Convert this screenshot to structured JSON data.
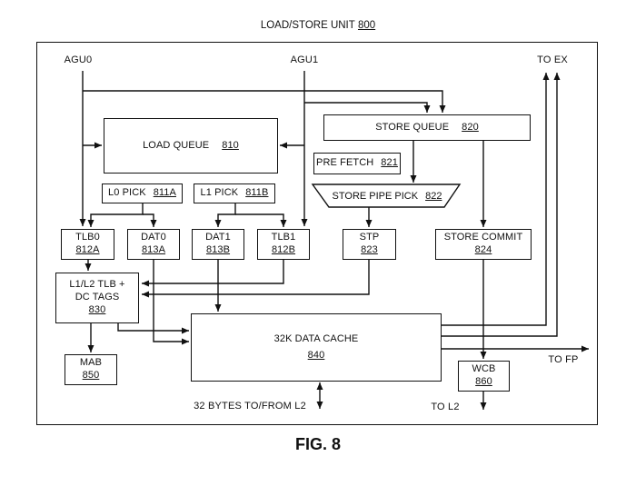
{
  "title": {
    "label": "LOAD/STORE UNIT",
    "ref": "800"
  },
  "caption": "FIG. 8",
  "external_labels": {
    "agu0": "AGU0",
    "agu1": "AGU1",
    "to_ex": "TO EX",
    "to_fp": "TO FP",
    "to_l2": "TO L2",
    "l2_bus": "32 BYTES TO/FROM L2"
  },
  "blocks": {
    "load_queue": {
      "label": "LOAD QUEUE",
      "ref": "810"
    },
    "store_queue": {
      "label": "STORE QUEUE",
      "ref": "820"
    },
    "pre_fetch": {
      "label": "PRE FETCH",
      "ref": "821"
    },
    "store_pipe_pick": {
      "label": "STORE PIPE PICK",
      "ref": "822"
    },
    "l0_pick": {
      "label": "L0 PICK",
      "ref": "811A"
    },
    "l1_pick": {
      "label": "L1 PICK",
      "ref": "811B"
    },
    "tlb0": {
      "label": "TLB0",
      "ref": "812A"
    },
    "dat0": {
      "label": "DAT0",
      "ref": "813A"
    },
    "dat1": {
      "label": "DAT1",
      "ref": "813B"
    },
    "tlb1": {
      "label": "TLB1",
      "ref": "812B"
    },
    "stp": {
      "label": "STP",
      "ref": "823"
    },
    "store_commit": {
      "label": "STORE COMMIT",
      "ref": "824"
    },
    "l1l2_tlb_dc_tags": {
      "label_line1": "L1/L2 TLB +",
      "label_line2": "DC TAGS",
      "ref": "830"
    },
    "data_cache": {
      "label": "32K DATA CACHE",
      "ref": "840"
    },
    "mab": {
      "label": "MAB",
      "ref": "850"
    },
    "wcb": {
      "label": "WCB",
      "ref": "860"
    }
  },
  "line_color": "#111111"
}
